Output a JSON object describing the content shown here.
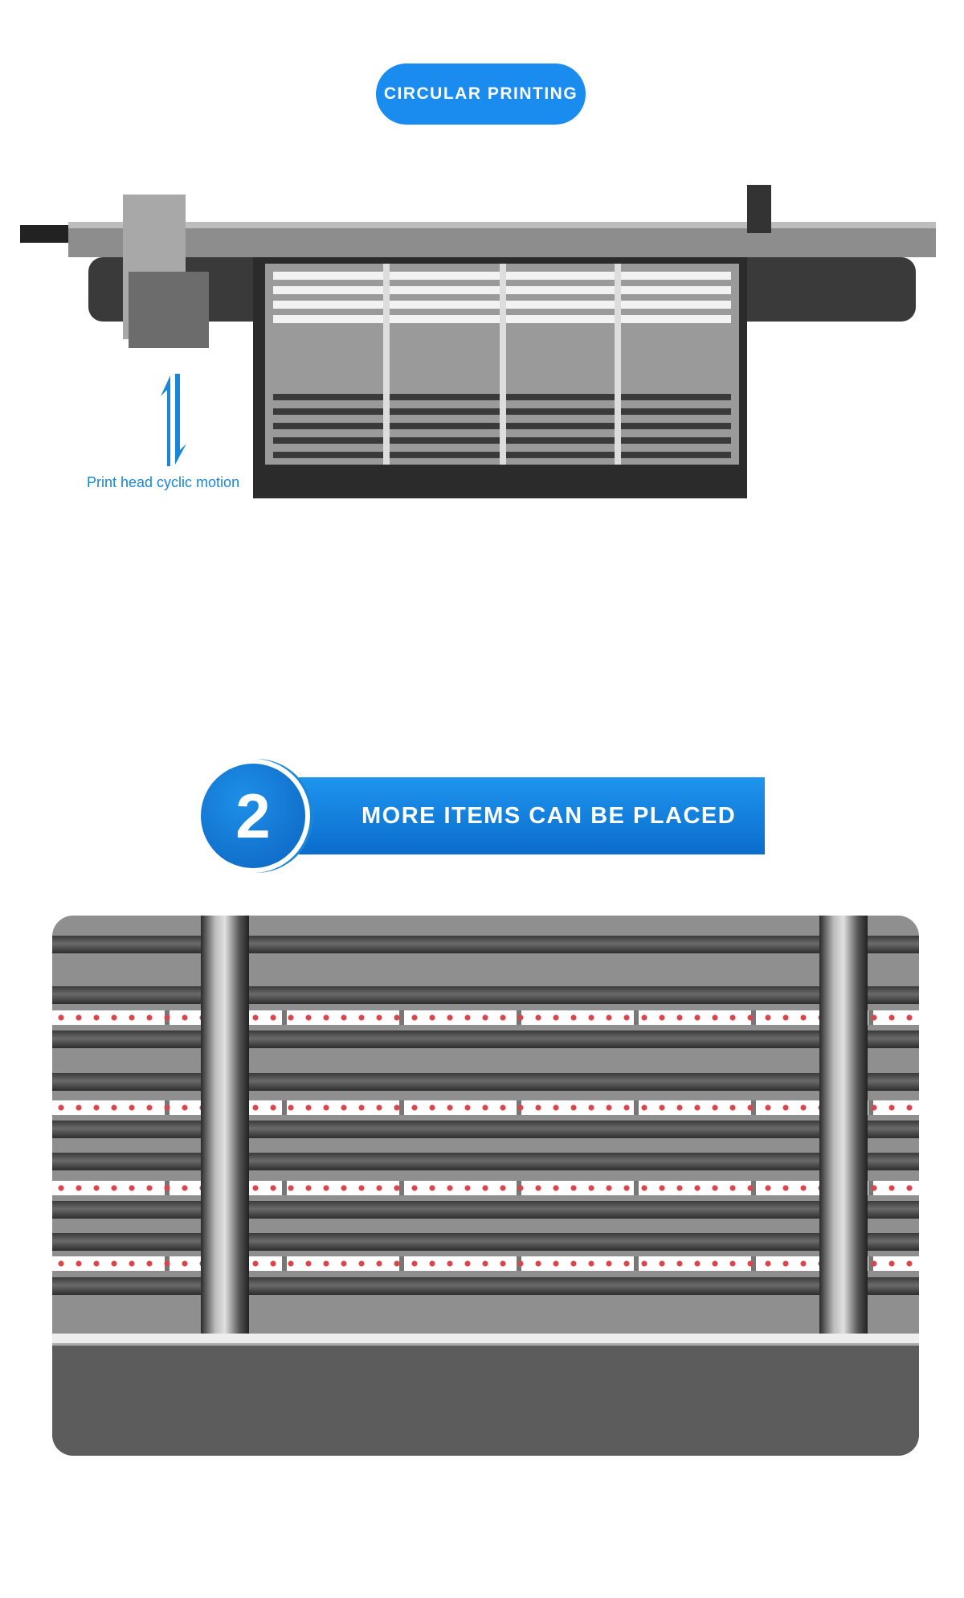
{
  "section1": {
    "title": "CIRCULAR PRINTING",
    "motion_label": "Print head cyclic motion"
  },
  "section2": {
    "number": "2",
    "title": "MORE ITEMS CAN BE PLACED"
  },
  "colors": {
    "accent": "#1a8cf0",
    "label": "#1a86d8"
  }
}
